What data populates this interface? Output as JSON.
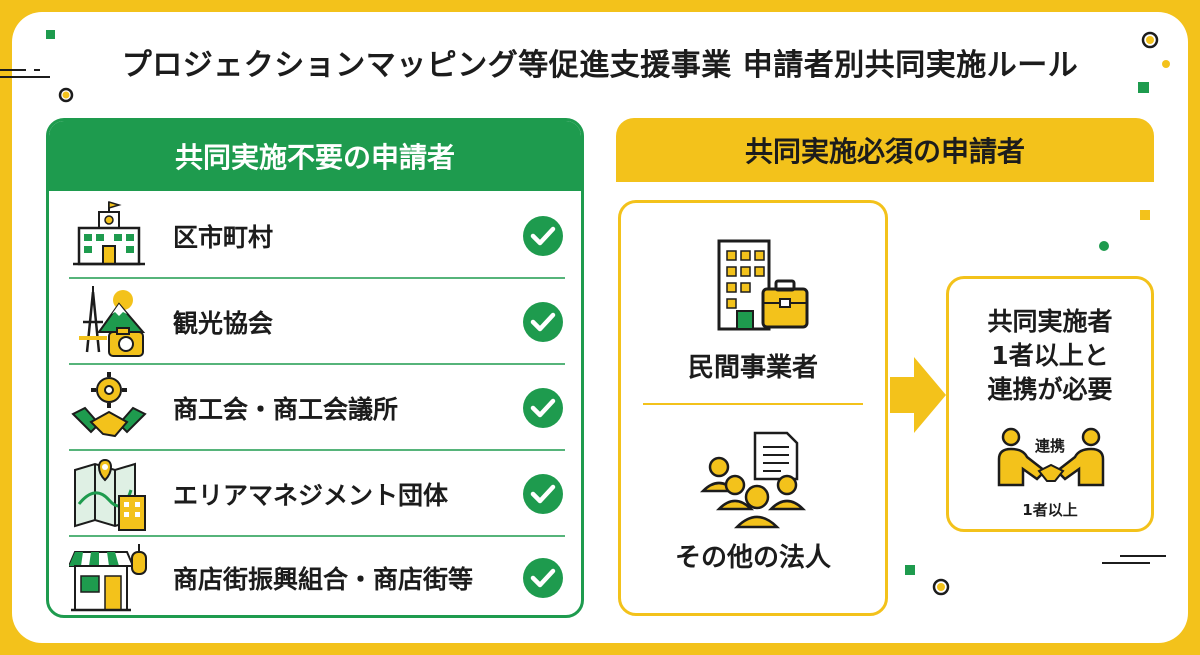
{
  "title": "プロジェクションマッピング等促進支援事業 申請者別共同実施ルール",
  "left_panel": {
    "header": "共同実施不要の申請者",
    "items": [
      {
        "label": "区市町村",
        "icon": "city-hall-icon"
      },
      {
        "label": "観光協会",
        "icon": "tourism-icon"
      },
      {
        "label": "商工会・商工会議所",
        "icon": "handshake-gear-icon"
      },
      {
        "label": "エリアマネジメント団体",
        "icon": "map-building-icon"
      },
      {
        "label": "商店街振興組合・商店街等",
        "icon": "shop-icon"
      }
    ],
    "check_icon": "check-circle-icon"
  },
  "right_panel": {
    "header": "共同実施必須の申請者",
    "applicants": [
      {
        "label": "民間事業者",
        "icon": "office-building-icon"
      },
      {
        "label": "その他の法人",
        "icon": "people-document-icon"
      }
    ],
    "result_lines": [
      "共同実施者",
      "1者以上と",
      "連携が必要"
    ],
    "result_icon_top": "連携",
    "result_icon_bottom": "1者以上"
  },
  "colors": {
    "green": "#1e9b4e",
    "yellow": "#f3c21b",
    "text": "#1c1c1c"
  }
}
